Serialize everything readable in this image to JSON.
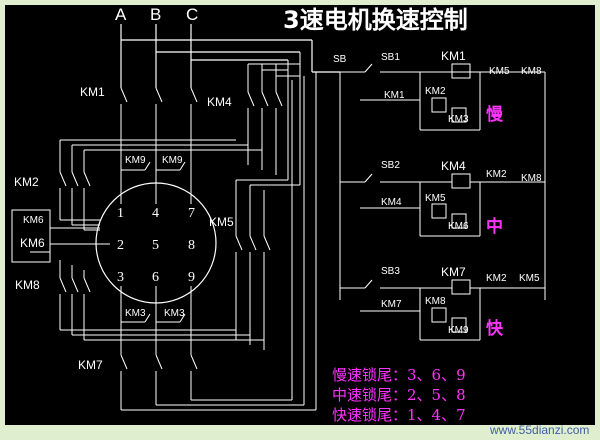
{
  "title": "3速电机换速控制",
  "phases": [
    "A",
    "B",
    "C"
  ],
  "terminals": [
    "1",
    "4",
    "7",
    "2",
    "5",
    "8",
    "3",
    "6",
    "9"
  ],
  "contactors": {
    "km1": "KM1",
    "km2": "KM2",
    "km3": "KM3",
    "km4": "KM4",
    "km5": "KM5",
    "km6": "KM6",
    "km7": "KM7",
    "km8": "KM8",
    "km9": "KM9"
  },
  "buttons": {
    "sb": "SB",
    "sb1": "SB1",
    "sb2": "SB2",
    "sb3": "SB3"
  },
  "speeds": {
    "slow": "慢",
    "mid": "中",
    "fast": "快"
  },
  "legend": {
    "slow": "慢速锁尾：3、6、9",
    "mid": "中速锁尾：2、5、8",
    "fast": "快速锁尾：1、4、7"
  },
  "watermark": "www.55dianzi.com",
  "colors": {
    "background": "#000000",
    "frame": "#dfeecf",
    "lines": "#ffffff",
    "accent": "#ff33ff"
  }
}
